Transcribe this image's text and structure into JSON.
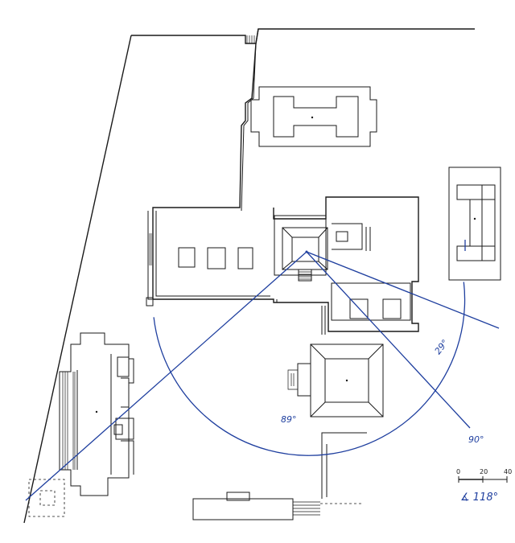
{
  "annotations": {
    "angle_29": "29°",
    "angle_89": "89°",
    "angle_90": "90°",
    "total_angle": "∡ 118°"
  },
  "scale_bar": {
    "tick_0": "0",
    "tick_20": "20",
    "tick_40": "40"
  },
  "colors": {
    "ink": "#1a1a1a",
    "annotation_blue": "#1f3f9f"
  }
}
